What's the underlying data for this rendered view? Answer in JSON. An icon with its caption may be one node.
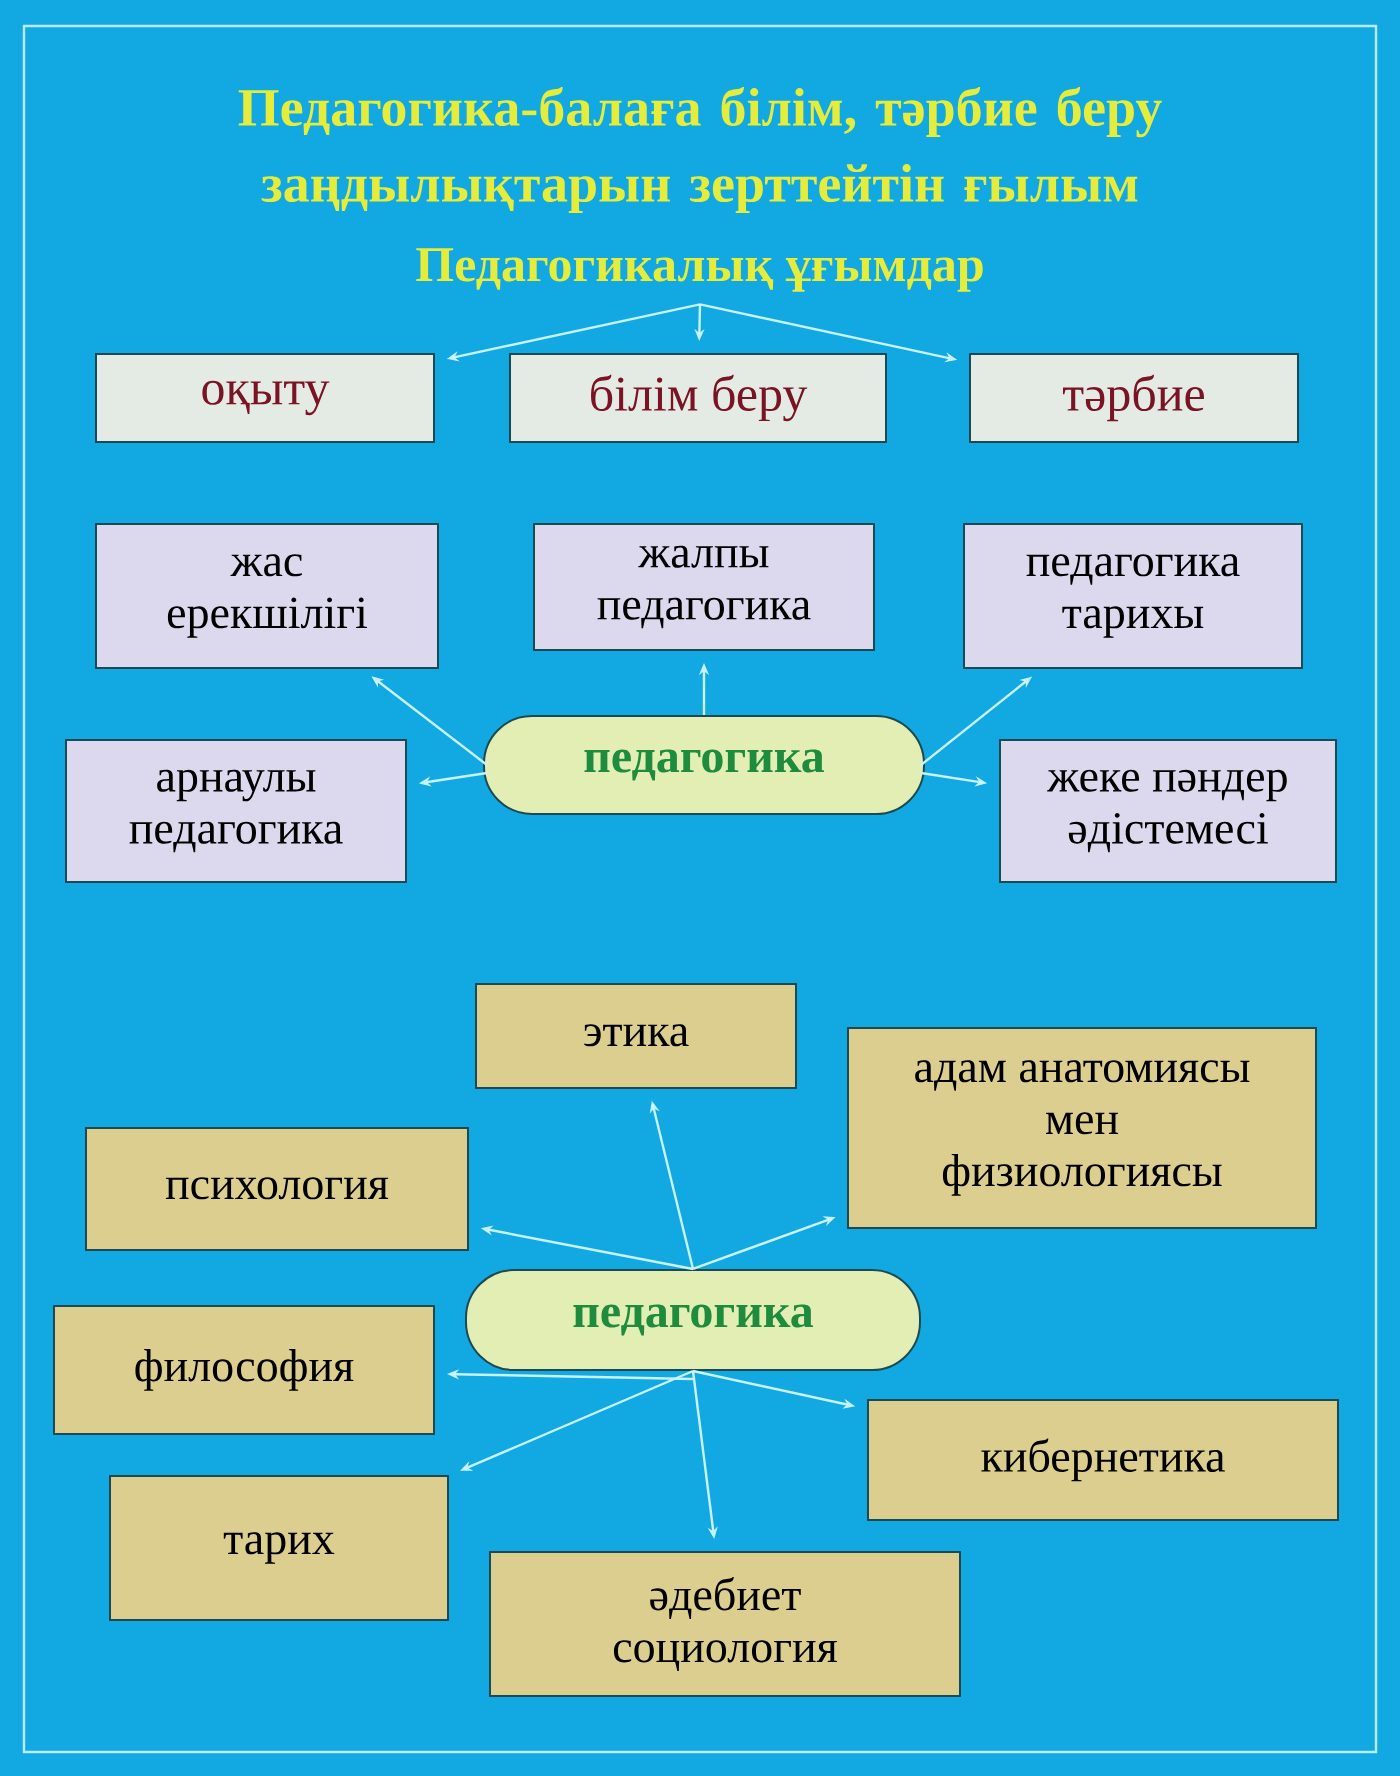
{
  "diagram": {
    "title": "Педагогика-балаға білім, тәрбие беру заңдылықтарын  зерттейтін ғылым",
    "nodes": [
      {
        "text": [
          "Педагогикалық ұғымдар"
        ]
      },
      {
        "text": [
          "оқыту"
        ]
      },
      {
        "text": [
          "білім беру"
        ]
      },
      {
        "text": [
          "тәрбие"
        ]
      },
      {
        "text": [
          "жас ерекшілігі"
        ]
      },
      {
        "text": [
          "жалпы педагогика"
        ]
      },
      {
        "text": [
          "педагогика тарихы"
        ]
      },
      {
        "text": [
          "педагогика"
        ]
      },
      {
        "text": [
          "арнаулы педагогика"
        ]
      },
      {
        "text": [
          "жеке пәндер әдістемесі"
        ]
      },
      {
        "text": [
          "этика"
        ]
      },
      {
        "text": [
          "адам анатомиясы мен физиологиясы"
        ]
      },
      {
        "text": [
          "психология"
        ]
      },
      {
        "text": [
          "педагогика"
        ]
      },
      {
        "text": [
          "философия"
        ]
      },
      {
        "text": [
          "кибернетика"
        ]
      },
      {
        "text": [
          "тарих"
        ]
      },
      {
        "text": [
          "әдебиет социология"
        ]
      }
    ],
    "edges": [
      {
        "from": 0,
        "to": 1,
        "arrow": "to"
      },
      {
        "from": 0,
        "to": 2,
        "arrow": "to"
      },
      {
        "from": 0,
        "to": 3,
        "arrow": "to"
      },
      {
        "from": 7,
        "to": 4,
        "arrow": "to"
      },
      {
        "from": 7,
        "to": 5,
        "arrow": "to"
      },
      {
        "from": 7,
        "to": 6,
        "arrow": "to"
      },
      {
        "from": 7,
        "to": 8,
        "arrow": "to"
      },
      {
        "from": 7,
        "to": 9,
        "arrow": "to"
      },
      {
        "from": 13,
        "to": 10,
        "arrow": "to"
      },
      {
        "from": 13,
        "to": 11,
        "arrow": "to"
      },
      {
        "from": 13,
        "to": 12,
        "arrow": "to"
      },
      {
        "from": 13,
        "to": 14,
        "arrow": "to"
      },
      {
        "from": 13,
        "to": 15,
        "arrow": "to"
      },
      {
        "from": 13,
        "to": 16,
        "arrow": "to"
      },
      {
        "from": 13,
        "to": 17,
        "arrow": "to"
      }
    ]
  }
}
